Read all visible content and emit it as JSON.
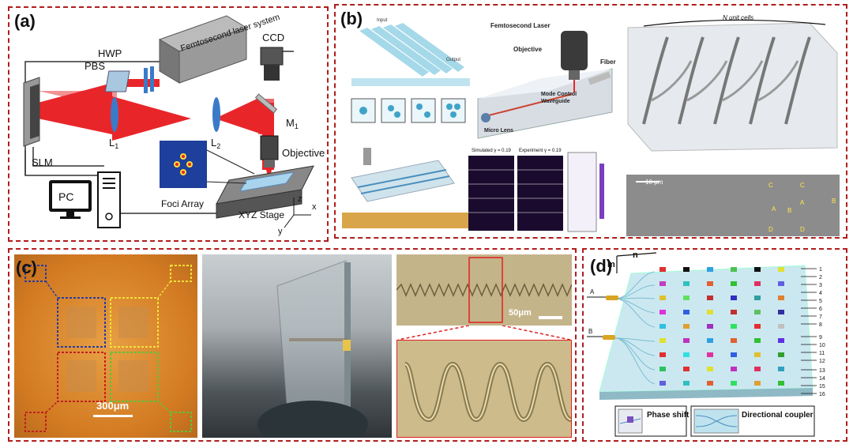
{
  "panel_a": {
    "label": "(a)",
    "laser": "Femtosecond laser system",
    "pbs": "PBS",
    "hwp": "HWP",
    "ccd": "CCD",
    "m1": "M",
    "m1_sub": "1",
    "slm": "SLM",
    "l1": "L",
    "l1_sub": "1",
    "l2": "L",
    "l2_sub": "2",
    "objective": "Objective",
    "pc": "PC",
    "foci": "Foci Array",
    "stage": "XYZ Stage",
    "axis_z": "z",
    "axis_x": "x",
    "axis_y": "y"
  },
  "panel_b": {
    "label": "(b)",
    "input": "Input",
    "output": "Output",
    "fs_laser": "Femtosecond Laser",
    "objective": "Objective",
    "fiber": "Fiber",
    "mode_control": "Mode Control",
    "waveguide": "Waveguide",
    "micro_lens": "Micro Lens",
    "n_unit_cells": "N unit cells",
    "sim_title": "Simulated γ = 0.19",
    "exp_title": "Experiment γ = 0.19",
    "scale": "10 μm",
    "sem_labels": [
      "C",
      "C",
      "A",
      "B",
      "A",
      "B",
      "D",
      "D"
    ]
  },
  "panel_c": {
    "label": "(c)",
    "scale1": "300μm",
    "scale2": "50μm"
  },
  "panel_d": {
    "label": "(d)",
    "axis_m": "m",
    "axis_n": "n",
    "input_a": "A",
    "input_b": "B",
    "outputs": [
      "1",
      "2",
      "3",
      "4",
      "5",
      "6",
      "7",
      "8",
      "9",
      "10",
      "11",
      "12",
      "13",
      "14",
      "15",
      "16"
    ],
    "legend_phase": "Phase shift",
    "legend_coupler": "Directional coupler"
  },
  "colors": {
    "frame": "#b11d1d",
    "laser_beam": "#e8262a",
    "orange_bg": "#d98a2a",
    "waveguide_blue": "#9fd6e6"
  }
}
